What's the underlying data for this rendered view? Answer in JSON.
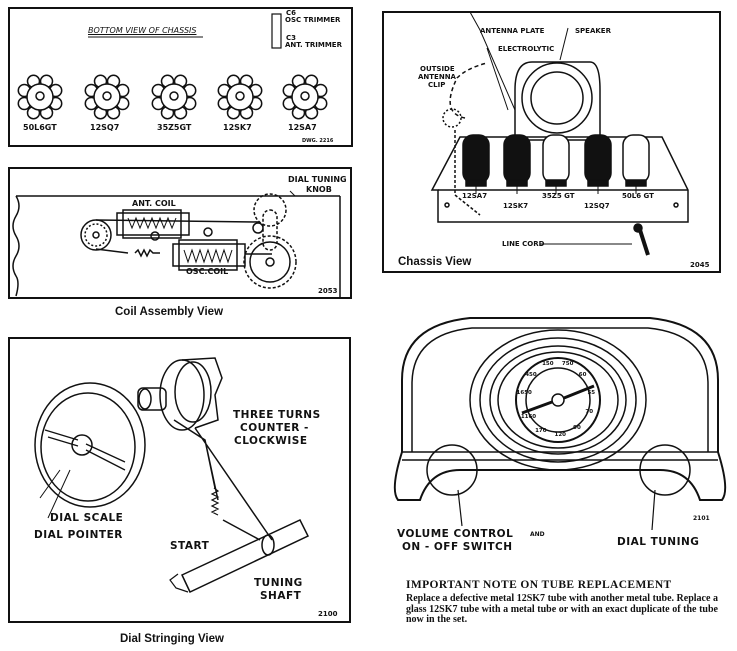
{
  "bottom_view": {
    "title": "BOTTOM VIEW OF CHASSIS",
    "trimmers": [
      {
        "ref": "C6",
        "label": "OSC TRIMMER"
      },
      {
        "ref": "C3",
        "label": "ANT. TRIMMER"
      }
    ],
    "sockets": [
      "50L6GT",
      "12SQ7",
      "35Z5GT",
      "12SK7",
      "12SA7"
    ],
    "drawing_number": "DWG. 2216"
  },
  "coil_assembly": {
    "labels": {
      "ant_coil": "ANT. COIL",
      "osc_coil": "OSC.COIL",
      "knob_line1": "DIAL TUNING",
      "knob_line2": "KNOB"
    },
    "drawing_number": "2053",
    "caption": "Coil Assembly View"
  },
  "dial_stringing": {
    "labels": {
      "turns_line1": "THREE TURNS",
      "turns_line2": "COUNTER -",
      "turns_line3": "CLOCKWISE",
      "dial_scale": "DIAL SCALE",
      "dial_pointer": "DIAL POINTER",
      "start": "START",
      "shaft_line1": "TUNING",
      "shaft_line2": "SHAFT"
    },
    "drawing_number": "2100",
    "caption": "Dial Stringing View"
  },
  "chassis_view": {
    "labels": {
      "antenna_plate": "ANTENNA PLATE",
      "electrolytic": "ELECTROLYTIC",
      "speaker": "SPEAKER",
      "clip_line1": "OUTSIDE",
      "clip_line2": "ANTENNA",
      "clip_line3": "CLIP",
      "line_cord": "LINE CORD"
    },
    "tubes": [
      "12SA7",
      "12SK7",
      "35Z5 GT",
      "12SQ7",
      "50L6 GT"
    ],
    "caption": "Chassis View",
    "drawing_number": "2045"
  },
  "front_view": {
    "dial_numbers": [
      "1650",
      "450",
      "150",
      "750",
      "60",
      "55",
      "70",
      "90",
      "120",
      "170",
      "1160"
    ],
    "volume_line1": "VOLUME CONTROL",
    "volume_and": "AND",
    "volume_line2": "ON - OFF SWITCH",
    "tuning": "DIAL TUNING",
    "drawing_number": "2101"
  },
  "note": {
    "title": "IMPORTANT NOTE ON TUBE REPLACEMENT",
    "body": "Replace a defective metal 12SK7 tube with another metal tube. Replace a glass 12SK7 tube with a metal tube or with an exact duplicate of the tube now in the set."
  }
}
